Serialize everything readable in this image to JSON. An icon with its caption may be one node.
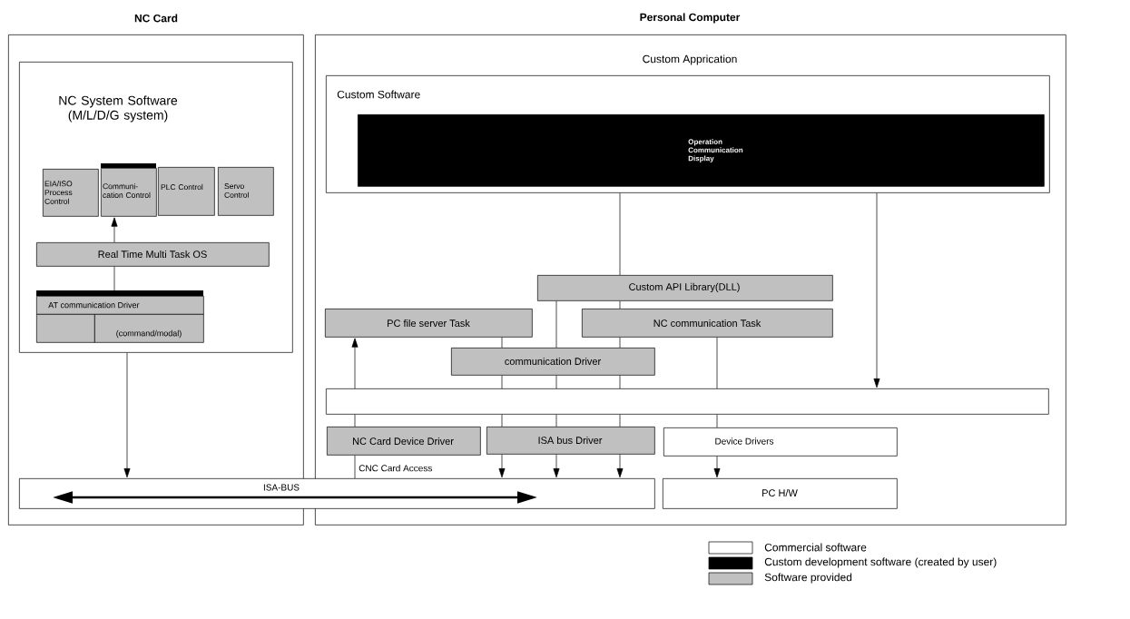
{
  "diagram": {
    "nodes": [
      {
        "text": [
          "NC Card"
        ]
      },
      {
        "text": [
          "NC System Software (M/L/D/G system)"
        ],
        "in": 0
      },
      {
        "text": [
          "EIA/ISO Process Control"
        ],
        "in": 1
      },
      {
        "text": [
          "Communi- cation Control"
        ],
        "in": 1
      },
      {
        "text": [
          "PLC Control"
        ],
        "in": 1
      },
      {
        "text": [
          "Servo Control"
        ],
        "in": 1
      },
      {
        "text": [
          "Real Time Multi Task OS"
        ],
        "in": 1
      },
      {
        "text": [
          "AT communication Driver"
        ],
        "in": 1
      },
      {
        "text": [],
        "shape": "box",
        "in": 1
      },
      {
        "text": [
          "(command/modal)"
        ],
        "in": 1
      },
      {
        "text": [
          "Personal Computer",
          "Custom Apprication"
        ]
      },
      {
        "text": [
          "Custom Software"
        ],
        "in": 10
      },
      {
        "text": [
          "Operation Communication Display"
        ],
        "in": 11
      },
      {
        "text": [
          "Custom API Library(DLL)"
        ],
        "in": 10
      },
      {
        "text": [
          "PC file server Task"
        ],
        "in": 10
      },
      {
        "text": [
          "NC communication Task"
        ],
        "in": 10
      },
      {
        "text": [
          "communication Driver"
        ],
        "in": 10
      },
      {
        "text": [],
        "shape": "box",
        "in": 10
      },
      {
        "text": [
          "NC Card Device Driver"
        ],
        "in": 10
      },
      {
        "text": [
          "ISA bus Driver"
        ],
        "in": 10
      },
      {
        "text": [
          "Device Drivers"
        ],
        "in": 10
      },
      {
        "text": [
          "ISA-BUS"
        ]
      },
      {
        "text": [
          "PC H/W"
        ],
        "in": 10
      }
    ],
    "edges": [
      {
        "from": 1,
        "to": 21,
        "arrow": "to"
      },
      {
        "from": 7,
        "to": 6,
        "arrow": "none"
      },
      {
        "from": 6,
        "to": 3,
        "arrow": "to"
      },
      {
        "from": 11,
        "to": 13,
        "arrow": "none"
      },
      {
        "from": 11,
        "to": 17,
        "arrow": "to"
      },
      {
        "from": 14,
        "to": 16,
        "arrow": "none"
      },
      {
        "from": 16,
        "to": 17,
        "arrow": "none"
      },
      {
        "from": 17,
        "to": 19,
        "arrow": "none"
      },
      {
        "from": 19,
        "to": 21,
        "arrow": "to"
      },
      {
        "from": 13,
        "to": 16,
        "arrow": "none"
      },
      {
        "from": 16,
        "to": 17,
        "arrow": "none"
      },
      {
        "from": 17,
        "to": 19,
        "arrow": "none"
      },
      {
        "from": 19,
        "to": 21,
        "arrow": "to"
      },
      {
        "from": 13,
        "to": 15,
        "arrow": "none"
      },
      {
        "from": 15,
        "to": 16,
        "arrow": "none"
      },
      {
        "from": 16,
        "to": 17,
        "arrow": "none"
      },
      {
        "from": 17,
        "to": 19,
        "arrow": "none"
      },
      {
        "from": 19,
        "to": 21,
        "arrow": "to"
      },
      {
        "from": 15,
        "to": 17,
        "arrow": "none"
      },
      {
        "from": 17,
        "to": 20,
        "arrow": "none"
      },
      {
        "from": 20,
        "to": 22,
        "arrow": "to"
      },
      {
        "from": 17,
        "to": 14,
        "arrow": "to"
      },
      {
        "from": 18,
        "to": 17,
        "arrow": "none"
      },
      {
        "from": 18,
        "to": 21,
        "arrow": "none",
        "label": "CNC Card Access"
      }
    ],
    "legend": [
      {
        "text": "Commercial software"
      },
      {
        "text": "Custom development software (created by user)",
        "color": "#000000"
      },
      {
        "text": "Software provided",
        "color": "#c0c0c0"
      }
    ]
  }
}
